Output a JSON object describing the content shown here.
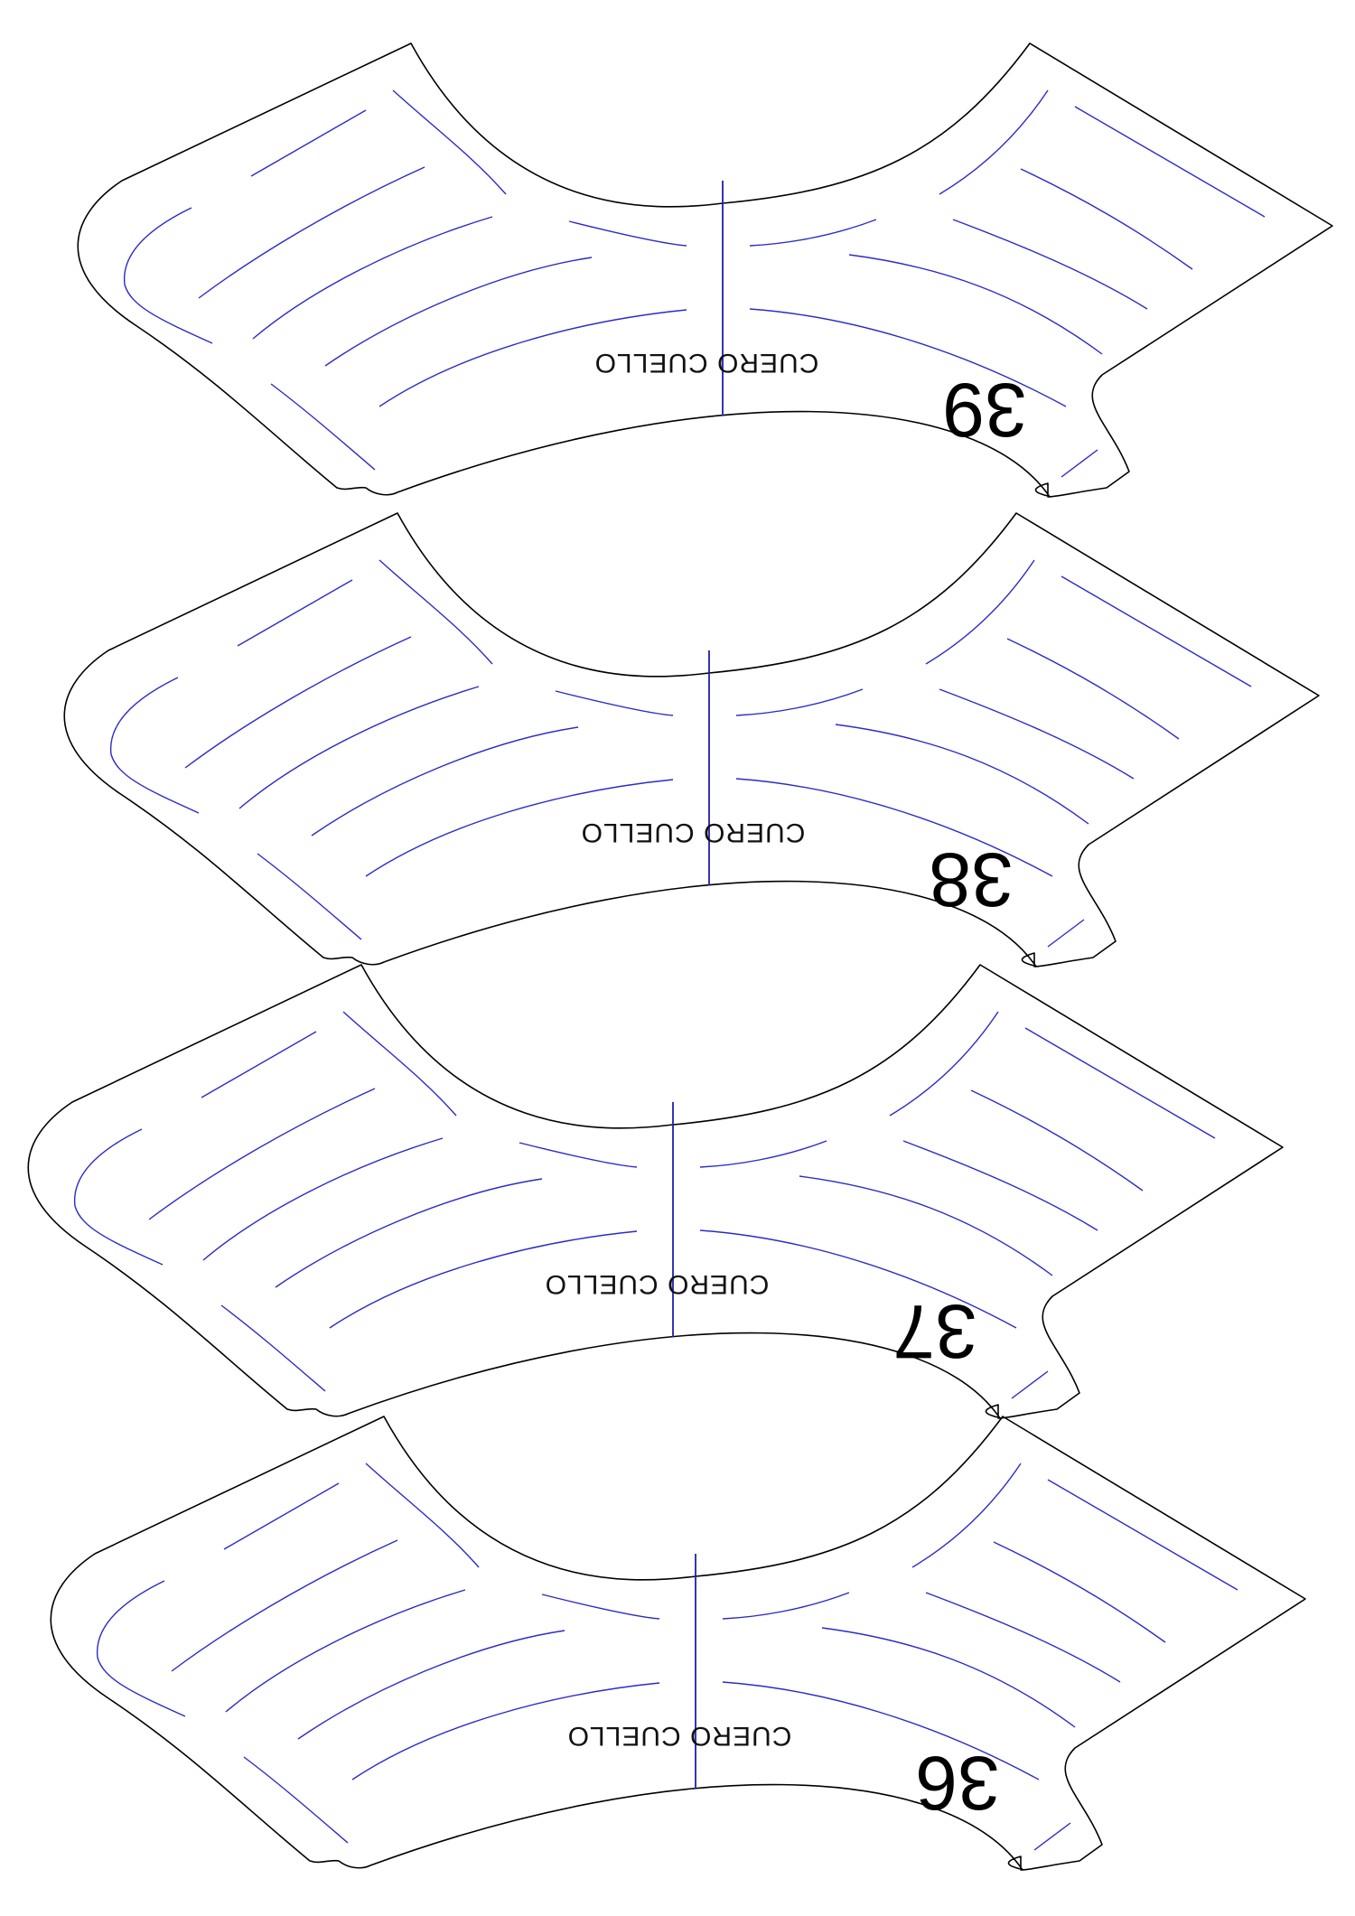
{
  "pieces": [
    {
      "size_label": "39",
      "part_label": "CUERO CUELLO"
    },
    {
      "size_label": "38",
      "part_label": "CUERO CUELLO"
    },
    {
      "size_label": "37",
      "part_label": "CUERO CUELLO"
    },
    {
      "size_label": "36",
      "part_label": "CUERO CUELLO"
    }
  ],
  "colors": {
    "outline": "#000000",
    "perforation": "#2b2bc8"
  }
}
